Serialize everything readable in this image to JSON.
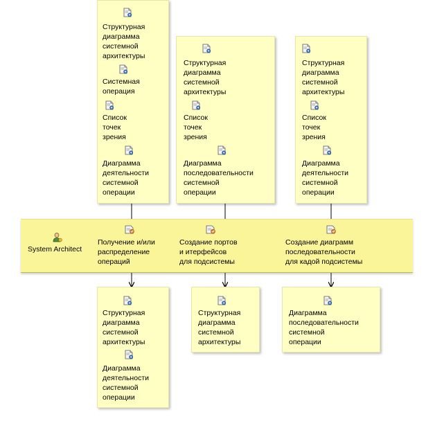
{
  "role": {
    "name": "System Architect"
  },
  "tasks": [
    {
      "label": "Получение и/или\nраспределение\nопераций"
    },
    {
      "label": "Создание портов\nи итерфейсов\nдля подсистемы"
    },
    {
      "label": "Создание диаграмм\nпоследовательности\nдля кадой подсистемы"
    }
  ],
  "inputs": {
    "group1": [
      {
        "label": "Структурная\nдиаграмма\nсистемной\nархитектуры"
      },
      {
        "label": "Системная\nоперация"
      },
      {
        "label": "Список\nточек\nзрения"
      },
      {
        "label": "Диаграмма\nдеятельности\nсистемной\nоперации"
      }
    ],
    "group2": [
      {
        "label": "Структурная\nдиаграмма\nсистемной\nархитектуры"
      },
      {
        "label": "Список\nточек\nзрения"
      },
      {
        "label": "Диаграмма\nпоследовательности\nсистемной\nоперации"
      }
    ],
    "group3": [
      {
        "label": "Структурная\nдиаграмма\nсистемной\nархитектуры"
      },
      {
        "label": "Список\nточек\nзрения"
      },
      {
        "label": "Диаграмма\nдеятельности\nсистемной\nоперации"
      }
    ]
  },
  "outputs": {
    "group1": [
      {
        "label": "Структурная\nдиаграмма\nсистемной\nархитектуры"
      },
      {
        "label": "Диаграмма\nдеятельности\nсистемной\nоперации"
      }
    ],
    "group2": [
      {
        "label": "Структурная\nдиаграмма\nсистемной\nархитектуры"
      }
    ],
    "group3": [
      {
        "label": "Диаграмма\nпоследовательности\nсистемной\nоперации"
      }
    ]
  },
  "colors": {
    "note": "#ffffc4",
    "lane": "#fbf59a",
    "connector": "#000000",
    "icon_accent": "#2f5fb0"
  }
}
